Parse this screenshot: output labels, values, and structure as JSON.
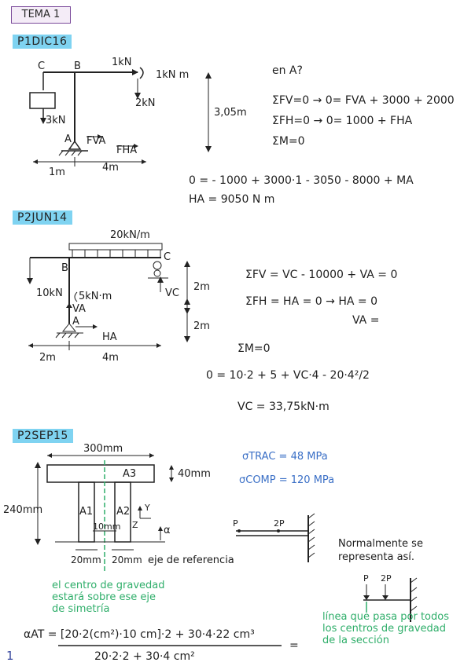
{
  "header": {
    "tema": "TEMA 1"
  },
  "p1": {
    "code": "P1DIC16",
    "labels": {
      "c": "C",
      "b": "B",
      "a": "A",
      "f1": "1kN",
      "moment": "1kN m",
      "f2": "2kN",
      "f3": "3kN",
      "fva": "FVA",
      "fha": "FHA",
      "dist1": "1m",
      "dist2": "4m",
      "height": "3,05m"
    },
    "eqs": [
      "en A?",
      "ΣFV=0 → 0= FVA + 3000 + 2000",
      "ΣFH=0 → 0= 1000 + FHA",
      "ΣM=0"
    ],
    "result1": "0 = - 1000 + 3000·1 - 3050 - 8000 + MA",
    "result2": "HA = 9050 N m"
  },
  "p2": {
    "code": "P2JUN14",
    "labels": {
      "load": "20kN/m",
      "b": "B",
      "c": "C",
      "f10": "10kN",
      "m5": "5kN·m",
      "va": "VA",
      "a": "A",
      "ha": "HA",
      "vc": "VC",
      "h1": "2m",
      "h2": "2m",
      "d1": "2m",
      "d2": "4m"
    },
    "eqs": [
      "ΣFV = VC - 10000 + VA = 0",
      "ΣFH = HA = 0 → HA = 0",
      "VA =",
      "ΣM=0",
      "0 = 10·2 + 5 + VC·4 - 20·4²/2",
      "VC = 33,75kN·m"
    ]
  },
  "p3": {
    "code": "P2SEP15",
    "labels": {
      "width": "300mm",
      "a3": "A3",
      "flange": "40mm",
      "height": "240mm",
      "a1": "A1",
      "a2": "A2",
      "web": "10mm",
      "y": "Y",
      "z": "Z",
      "alpha": "α",
      "w1": "20mm",
      "w2": "20mm",
      "ref": "eje de referencia",
      "p": "P",
      "p2": "2P"
    },
    "stress1": "σTRAC = 48 MPa",
    "stress2": "σCOMP = 120 MPa",
    "note": "Normalmente se representa así.",
    "green1": [
      "el centro de gravedad",
      "estará sobre ese eje",
      "de simetría"
    ],
    "green2": [
      "línea que pasa por todos",
      "los centros de gravedad",
      "de la sección"
    ],
    "formula_num": "αAT = [20·2(cm²)·10 cm]·2 + 30·4·22 cm³",
    "formula_den": "20·2·2 + 30·4  cm²",
    "formula_eq": "="
  },
  "footer": {
    "page": "1"
  }
}
